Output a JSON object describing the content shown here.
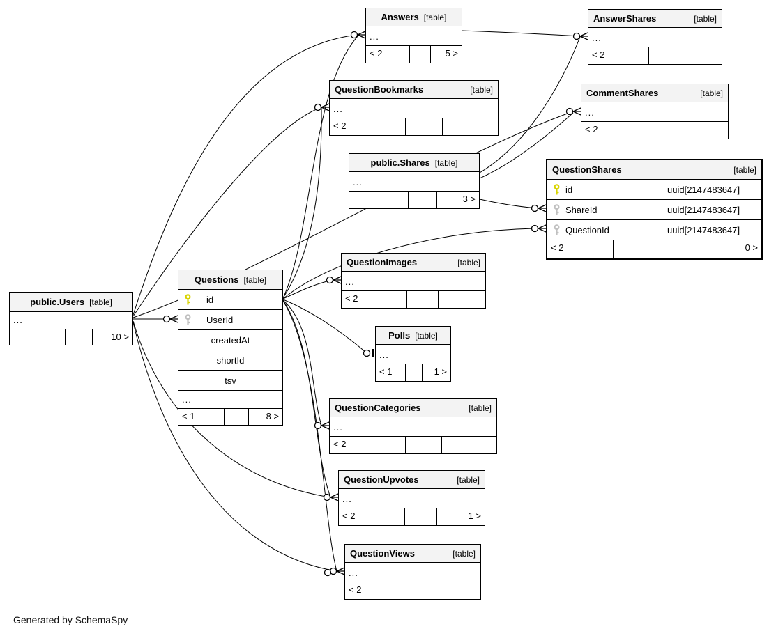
{
  "caption": "Generated by SchemaSpy",
  "colors": {
    "line": "#000000",
    "header_bg": "#f3f3f3",
    "primary_key": "#d8d400",
    "foreign_key": "#c0c0c0"
  },
  "tables": {
    "answers": {
      "name": "Answers",
      "tag": "[table]",
      "ellipsis": "...",
      "footer": [
        "< 2",
        "",
        "5 >"
      ]
    },
    "answerShares": {
      "name": "AnswerShares",
      "tag": "[table]",
      "ellipsis": "...",
      "footer": [
        "< 2",
        "",
        ""
      ]
    },
    "questionBookmarks": {
      "name": "QuestionBookmarks",
      "tag": "[table]",
      "ellipsis": "...",
      "footer": [
        "< 2",
        "",
        ""
      ]
    },
    "commentShares": {
      "name": "CommentShares",
      "tag": "[table]",
      "ellipsis": "...",
      "footer": [
        "< 2",
        "",
        ""
      ]
    },
    "publicShares": {
      "name": "public.Shares",
      "tag": "[table]",
      "ellipsis": "...",
      "footer": [
        "",
        "",
        "3 >"
      ]
    },
    "questionShares": {
      "name": "QuestionShares",
      "tag": "[table]",
      "columns": [
        {
          "name": "id",
          "type": "uuid[2147483647]",
          "key": "primary"
        },
        {
          "name": "ShareId",
          "type": "uuid[2147483647]",
          "key": "foreign"
        },
        {
          "name": "QuestionId",
          "type": "uuid[2147483647]",
          "key": "foreign"
        }
      ],
      "footer": [
        "< 2",
        "",
        "0 >"
      ]
    },
    "questionImages": {
      "name": "QuestionImages",
      "tag": "[table]",
      "ellipsis": "...",
      "footer": [
        "< 2",
        "",
        ""
      ]
    },
    "publicUsers": {
      "name": "public.Users",
      "tag": "[table]",
      "ellipsis": "...",
      "footer": [
        "",
        "",
        "10 >"
      ]
    },
    "questions": {
      "name": "Questions",
      "tag": "[table]",
      "columns": [
        {
          "name": "id",
          "key": "primary"
        },
        {
          "name": "UserId",
          "key": "foreign"
        },
        {
          "name": "createdAt",
          "key": "none"
        },
        {
          "name": "shortId",
          "key": "none"
        },
        {
          "name": "tsv",
          "key": "none"
        }
      ],
      "ellipsis": "...",
      "footer": [
        "< 1",
        "",
        "8 >"
      ]
    },
    "polls": {
      "name": "Polls",
      "tag": "[table]",
      "ellipsis": "...",
      "footer": [
        "< 1",
        "",
        "1 >"
      ]
    },
    "questionCategories": {
      "name": "QuestionCategories",
      "tag": "[table]",
      "ellipsis": "...",
      "footer": [
        "< 2",
        "",
        ""
      ]
    },
    "questionUpvotes": {
      "name": "QuestionUpvotes",
      "tag": "[table]",
      "ellipsis": "...",
      "footer": [
        "< 2",
        "",
        "1 >"
      ]
    },
    "questionViews": {
      "name": "QuestionViews",
      "tag": "[table]",
      "ellipsis": "...",
      "footer": [
        "< 2",
        "",
        ""
      ]
    }
  }
}
